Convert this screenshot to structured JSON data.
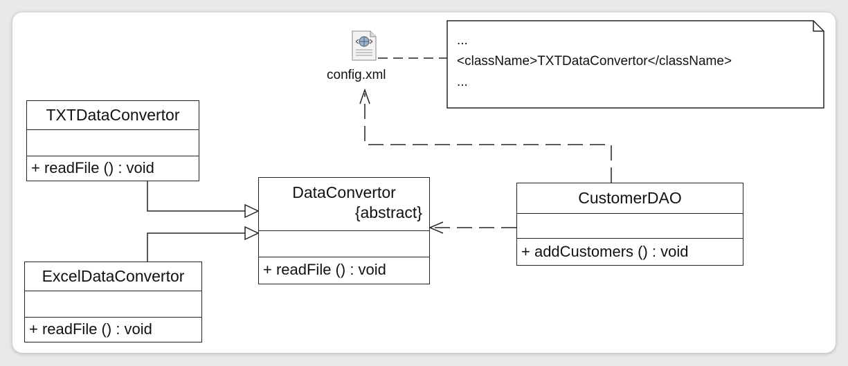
{
  "artifact": {
    "label": "config.xml",
    "icon": "xml-file-icon"
  },
  "note": {
    "lines": [
      "...",
      "<className>TXTDataConvertor</className>",
      "..."
    ]
  },
  "classes": {
    "txt": {
      "name": "TXTDataConvertor",
      "op": "+  readFile ()  : void"
    },
    "excel": {
      "name": "ExcelDataConvertor",
      "op": "+  readFile ()  : void"
    },
    "data": {
      "name": "DataConvertor",
      "stereotype": "{abstract}",
      "op": "+  readFile ()  : void"
    },
    "dao": {
      "name": "CustomerDAO",
      "op": "+  addCustomers ()  : void"
    }
  },
  "colors": {
    "line": "#222222",
    "card": "#ffffff",
    "background": "#e9e9e9"
  }
}
